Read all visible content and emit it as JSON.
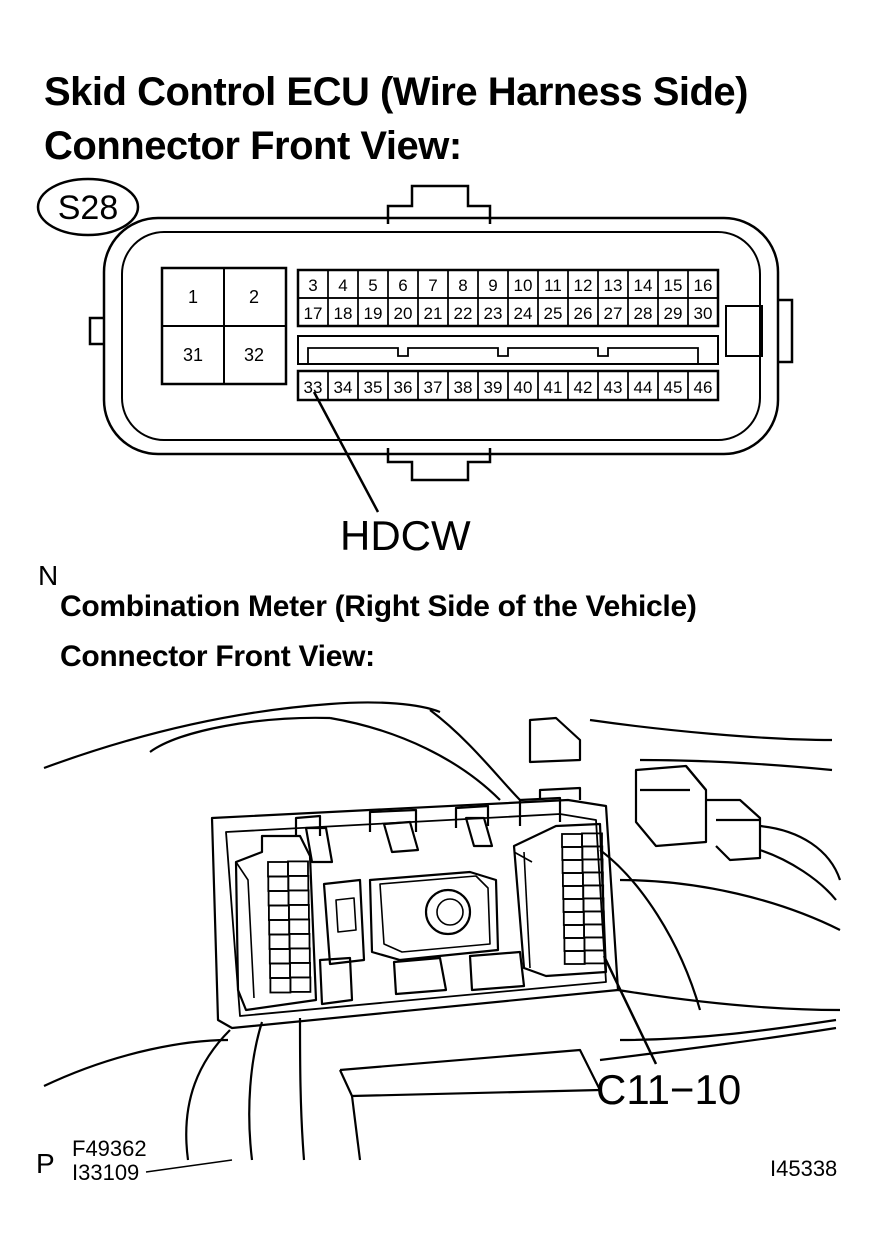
{
  "titles": {
    "line1": "Skid Control ECU (Wire Harness Side)",
    "line2": "Connector Front View:",
    "line3": "Combination Meter (Right Side of the Vehicle)",
    "line4": "Connector Front View:"
  },
  "connector_id": "S28",
  "big_pins": [
    "1",
    "2",
    "31",
    "32"
  ],
  "pins_row1": [
    "3",
    "4",
    "5",
    "6",
    "7",
    "8",
    "9",
    "10",
    "11",
    "12",
    "13",
    "14",
    "15",
    "16"
  ],
  "pins_row2": [
    "17",
    "18",
    "19",
    "20",
    "21",
    "22",
    "23",
    "24",
    "25",
    "26",
    "27",
    "28",
    "29",
    "30"
  ],
  "pins_row3": [
    "33",
    "34",
    "35",
    "36",
    "37",
    "38",
    "39",
    "40",
    "41",
    "42",
    "43",
    "44",
    "45",
    "46"
  ],
  "callouts": {
    "hdcw": "HDCW",
    "c11": "C11−10"
  },
  "marks": {
    "n": "N",
    "p": "P"
  },
  "refs": {
    "ref1": "F49362",
    "ref2": "I33109",
    "ref3": "I45338"
  }
}
